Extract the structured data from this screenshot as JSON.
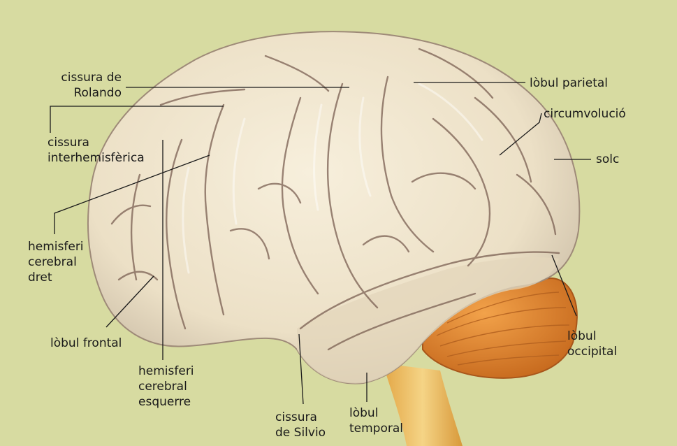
{
  "colors": {
    "background": "#d7dba1",
    "brain_base": "#efe4cb",
    "brain_shadow": "#c6b9a3",
    "sulcus": "#7a5f52",
    "cerebellum": "#e58a2e",
    "brainstem": "#f0c56a",
    "leader_line": "#1a1a1a"
  },
  "labels": {
    "cissura_rolando": [
      "cissura de",
      "Rolando"
    ],
    "cissura_interhemisferica": [
      "cissura",
      "interhemisfèrica"
    ],
    "hemisferi_dret": [
      "hemisferi",
      "cerebral",
      "dret"
    ],
    "lobul_frontal": [
      "lòbul frontal"
    ],
    "hemisferi_esquerre": [
      "hemisferi",
      "cerebral",
      "esquerre"
    ],
    "cissura_silvio": [
      "cissura",
      "de Silvio"
    ],
    "lobul_temporal": [
      "lòbul",
      "temporal"
    ],
    "lobul_parietal": [
      "lòbul parietal"
    ],
    "circumvolucio": [
      "circumvolució"
    ],
    "solc": [
      "solc"
    ],
    "lobul_occipital": [
      "lòbul",
      "occipital"
    ]
  }
}
